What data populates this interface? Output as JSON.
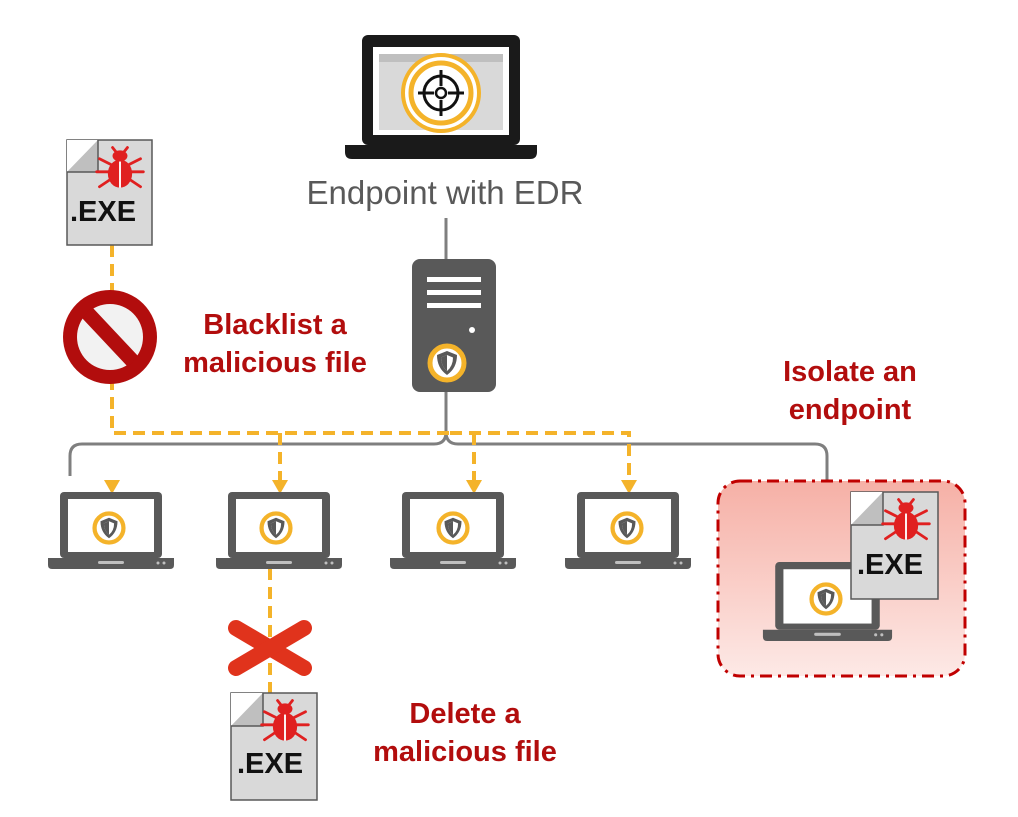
{
  "endpoint_label": "Endpoint with EDR",
  "actions": {
    "blacklist": [
      "Blacklist a",
      "malicious file"
    ],
    "isolate": [
      "Isolate an",
      "endpoint"
    ],
    "delete": [
      "Delete a",
      "malicious file"
    ]
  },
  "file_label": ".EXE",
  "colors": {
    "action_text": "#b20d0d",
    "accent": "#f4b32a",
    "device": "#595959",
    "bug": "#e02020",
    "isolation_fill": "#f8c1b8",
    "isolation_border": "#c00000",
    "cross": "#e0331c"
  },
  "icons": {
    "edr": "crosshair-icon",
    "agent": "shield-icon",
    "file": "bug-icon",
    "block": "prohibition-icon",
    "delete": "x-mark-icon"
  }
}
